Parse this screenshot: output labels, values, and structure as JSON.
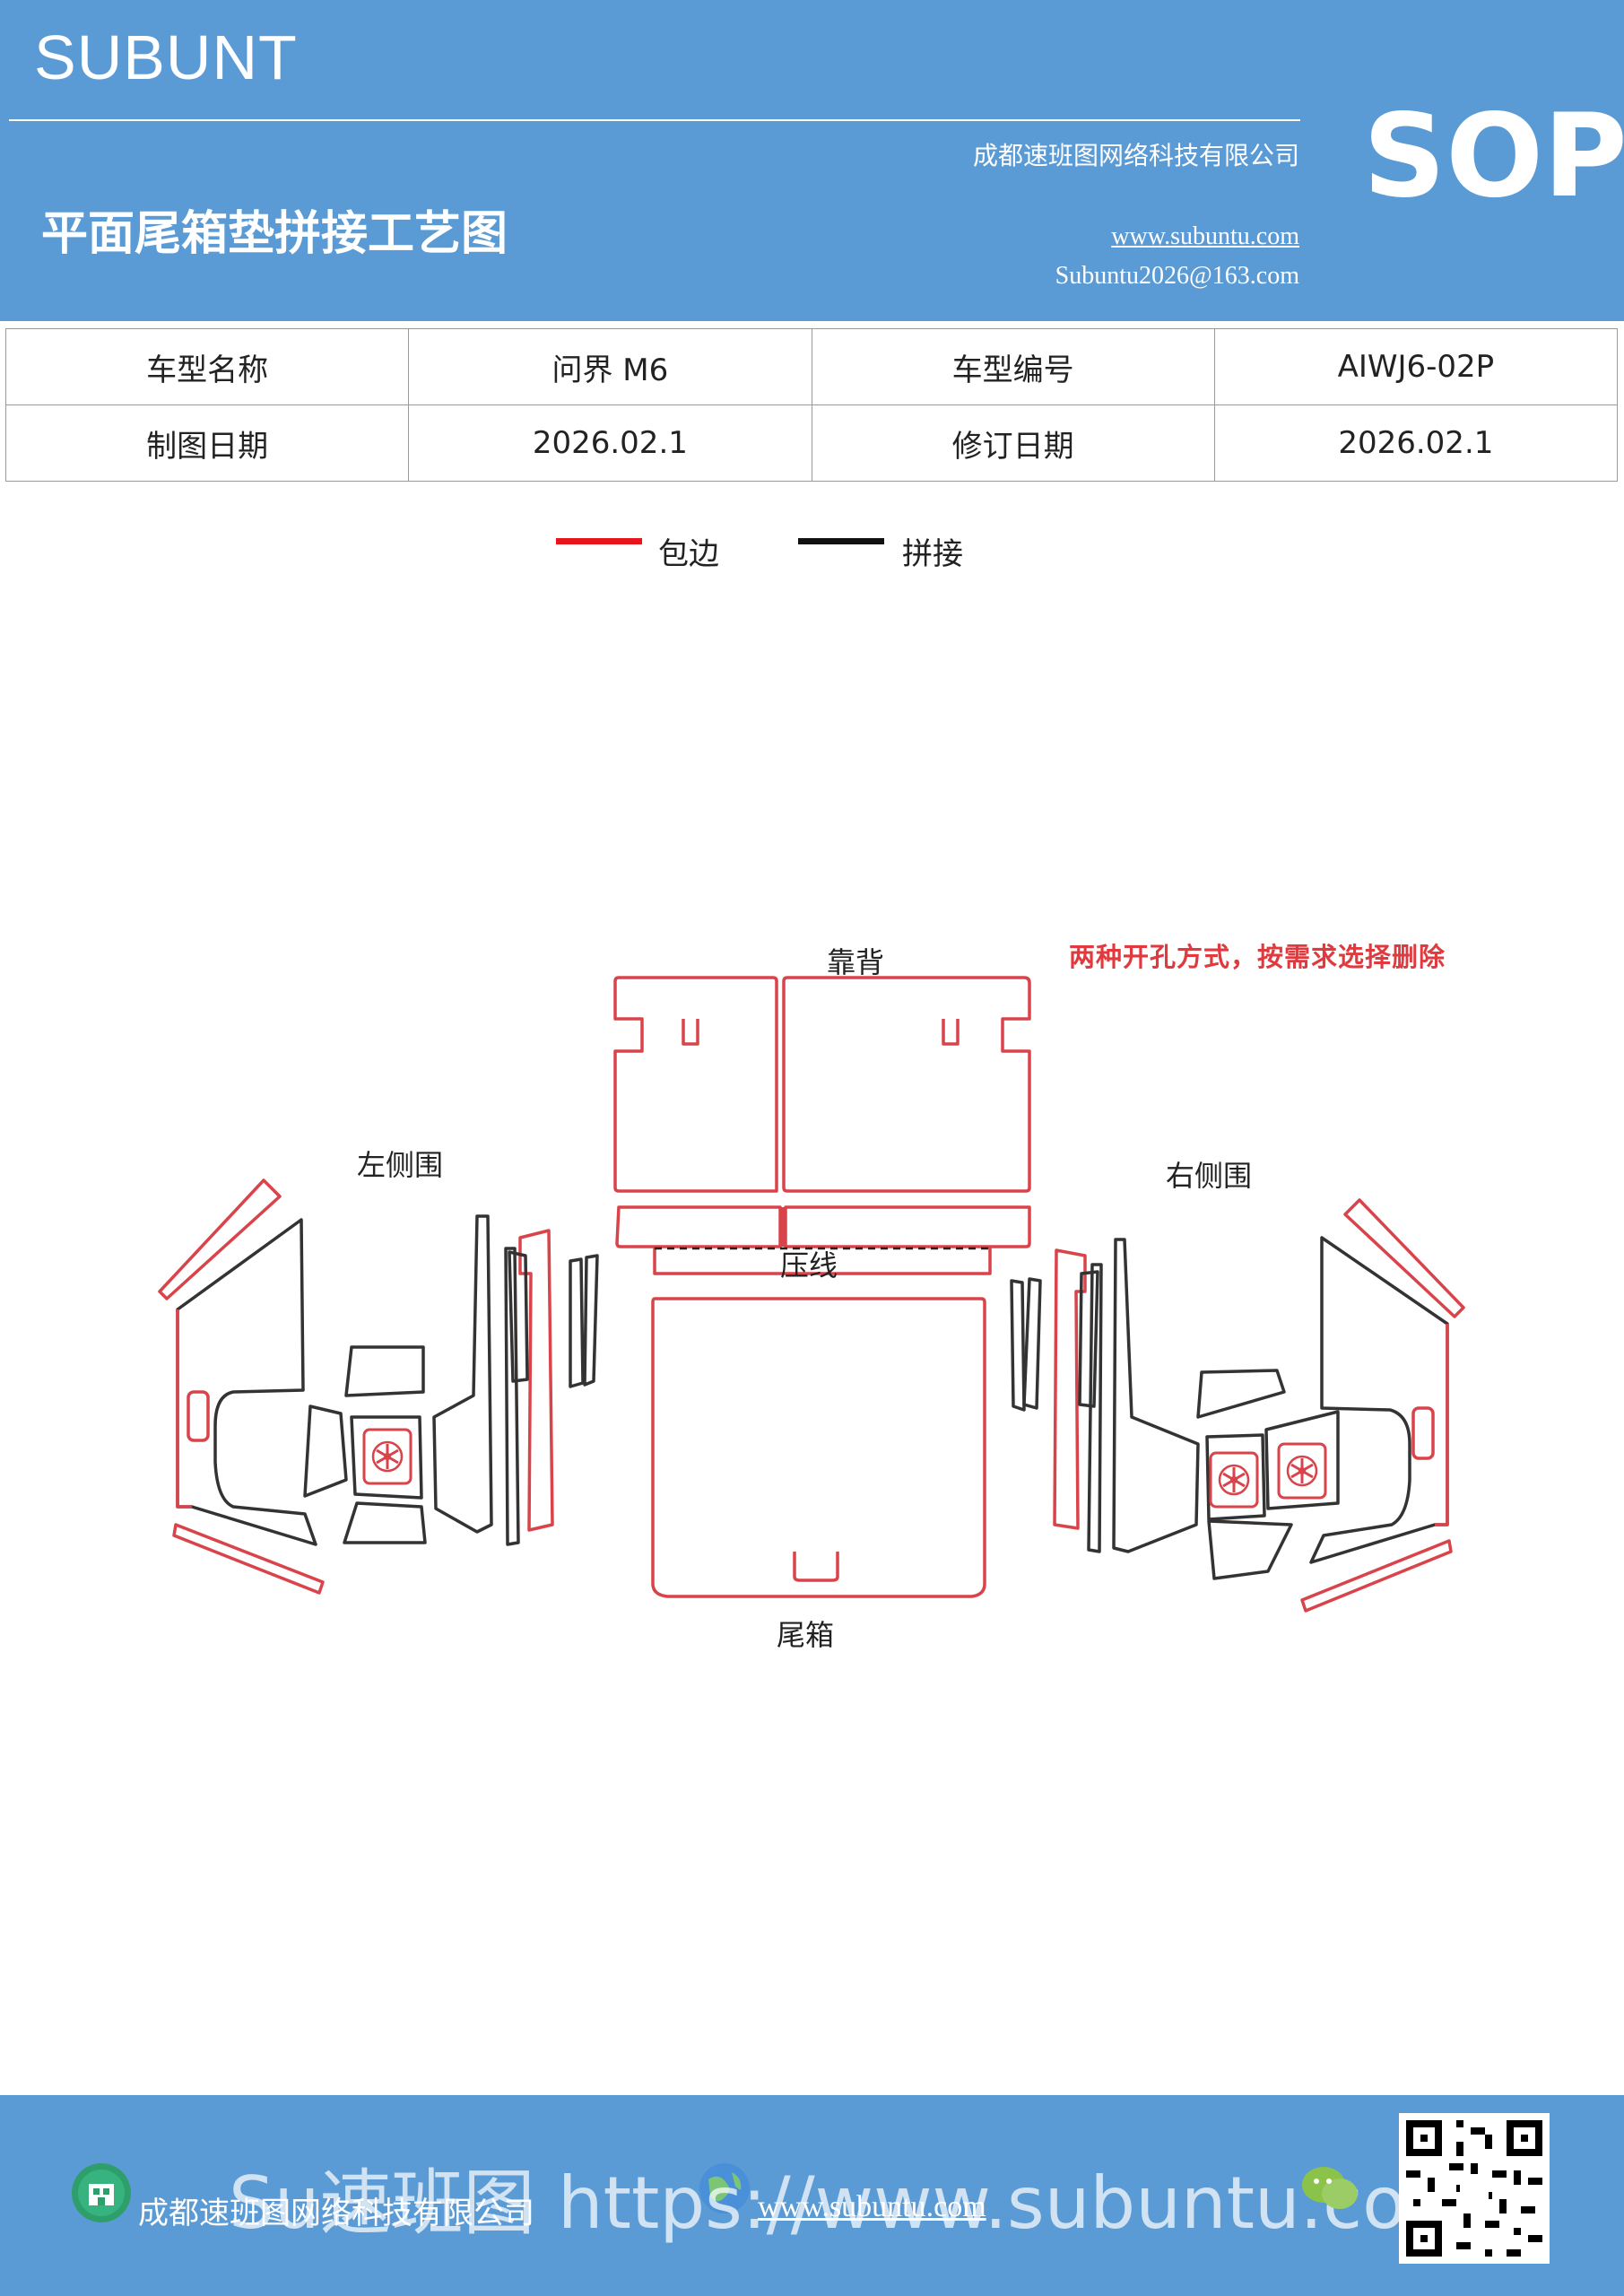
{
  "header": {
    "brand": "SUBUNT",
    "company": "成都速班图网络科技有限公司",
    "title": "平面尾箱垫拼接工艺图",
    "website": "www.subuntu.com",
    "email": "Subuntu2026@163.com",
    "badge": "SOP"
  },
  "info_table": {
    "rows": [
      [
        "车型名称",
        "问界 M6",
        "车型编号",
        "AIWJ6-02P"
      ],
      [
        "制图日期",
        "2026.02.1",
        "修订日期",
        "2026.02.1"
      ]
    ]
  },
  "legend": {
    "items": [
      {
        "label": "包边",
        "color": "#e8141c"
      },
      {
        "label": "拼接",
        "color": "#111111"
      }
    ]
  },
  "diagram": {
    "labels": {
      "backrest": "靠背",
      "crease": "压线",
      "trunk": "尾箱",
      "left_side": "左侧围",
      "right_side": "右侧围"
    },
    "note": "两种开孔方式，按需求选择删除",
    "colors": {
      "edge": "#d9434a",
      "seam": "#333333"
    }
  },
  "footer": {
    "company": "成都速班图网络科技有限公司",
    "website": "www.subuntu.com",
    "overlay_text": "Su速班图 https://www.subuntu.com"
  }
}
